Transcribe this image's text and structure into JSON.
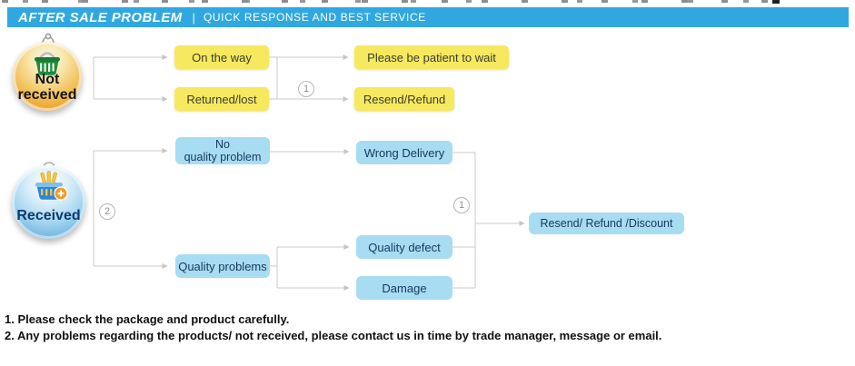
{
  "header": {
    "title": "AFTER SALE PROBLEM",
    "separator": "|",
    "subtitle": "QUICK RESPONSE AND BEST SERVICE"
  },
  "flow": {
    "not_received": {
      "label": "Not received",
      "branch_number": "1",
      "nodes": {
        "on_the_way": "On the way",
        "returned_lost": "Returned/lost",
        "please_wait": "Please be patient to wait",
        "resend_refund": "Resend/Refund"
      }
    },
    "received": {
      "label": "Received",
      "branch_number": "2",
      "merge_number": "1",
      "nodes": {
        "no_quality_problem": "No\nquality problem",
        "quality_problems": "Quality problems",
        "wrong_delivery": "Wrong Delivery",
        "quality_defect": "Quality defect",
        "damage": "Damage",
        "resend_refund_discount": "Resend/ Refund /Discount"
      }
    }
  },
  "notes": [
    "1. Please check the package and product carefully.",
    "2. Any problems regarding the products/ not received, please contact us in time by trade manager, message or email."
  ],
  "colors": {
    "header_bg": "#2FA8E1",
    "yellow_node": "#F6E95F",
    "blue_node": "#A8DCF2",
    "blue_node_text": "#17375E",
    "connector": "#CBCBCB",
    "not_received_badge": "#EDA32C",
    "received_badge": "#63ABD9",
    "basket_green": "#1F8A3B",
    "basket_blue": "#2F86D6",
    "accent_orange": "#F59A23"
  }
}
